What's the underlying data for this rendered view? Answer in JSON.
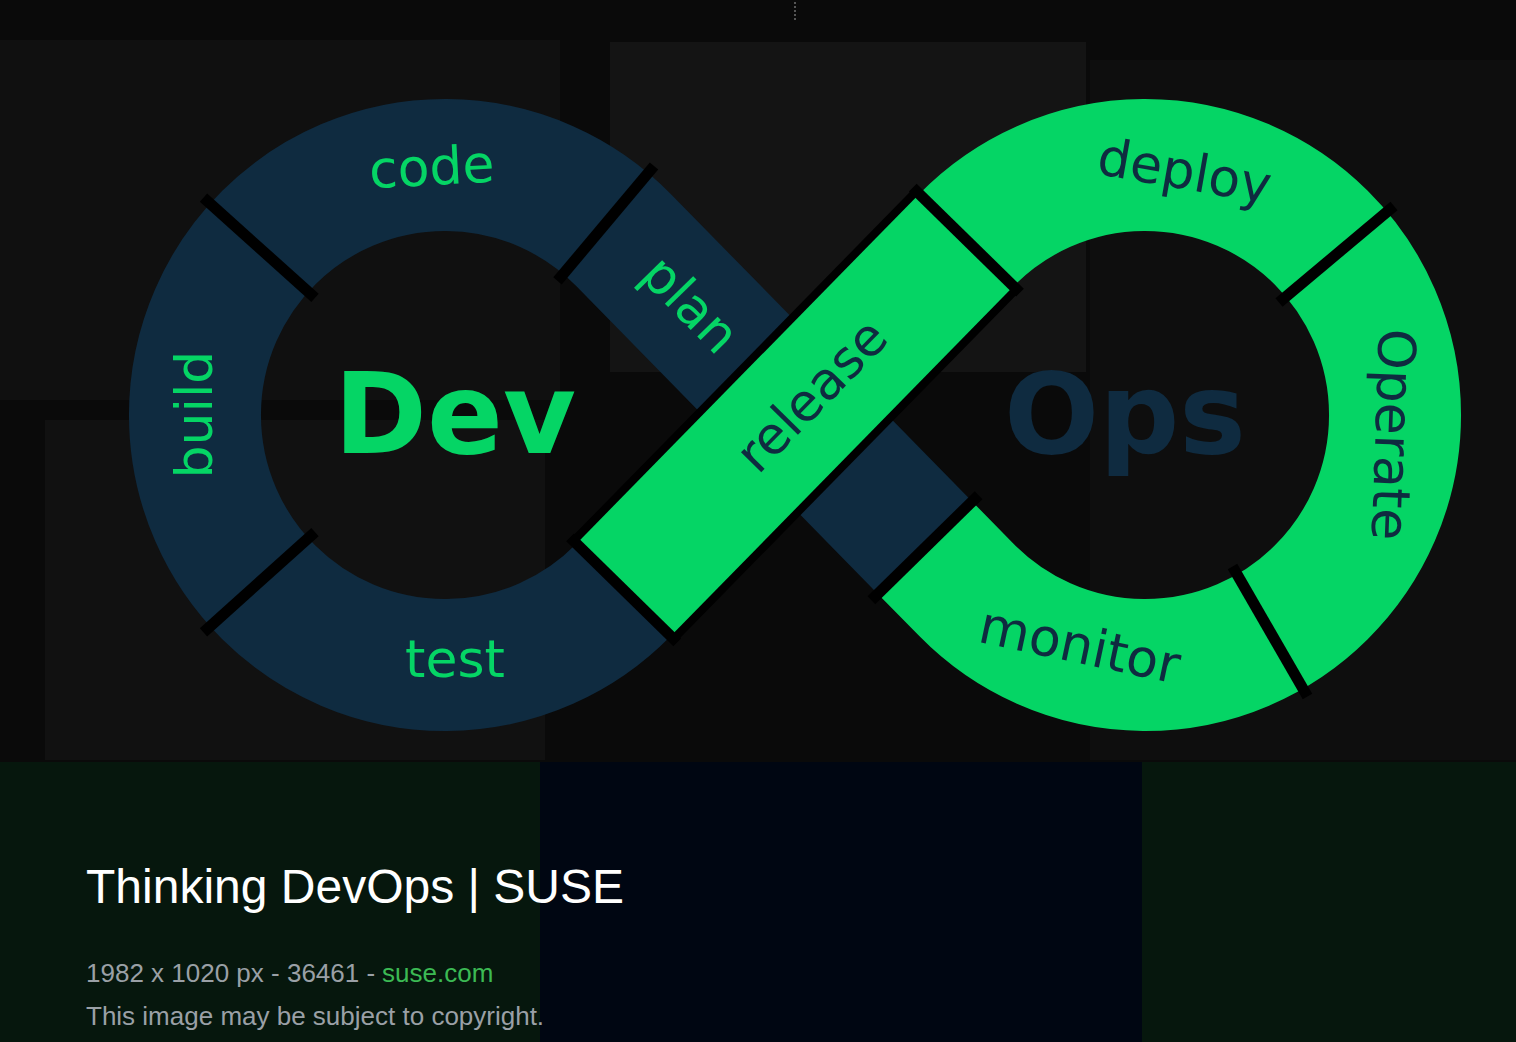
{
  "diagram": {
    "title": "Thinking DevOps | SUSE",
    "nodes": [
      {
        "text": [
          "code"
        ]
      },
      {
        "text": [
          "plan"
        ]
      },
      {
        "text": [
          "build"
        ]
      },
      {
        "text": [
          "test"
        ]
      },
      {
        "text": [
          "release"
        ]
      },
      {
        "text": [
          "deploy"
        ]
      },
      {
        "text": [
          "Operate"
        ]
      },
      {
        "text": [
          "monitor"
        ]
      }
    ],
    "labels": [
      "Dev",
      "Ops",
      "1982 x 1020 px - 36461 -",
      "suse.com",
      "This image may be subject to copyright."
    ]
  }
}
